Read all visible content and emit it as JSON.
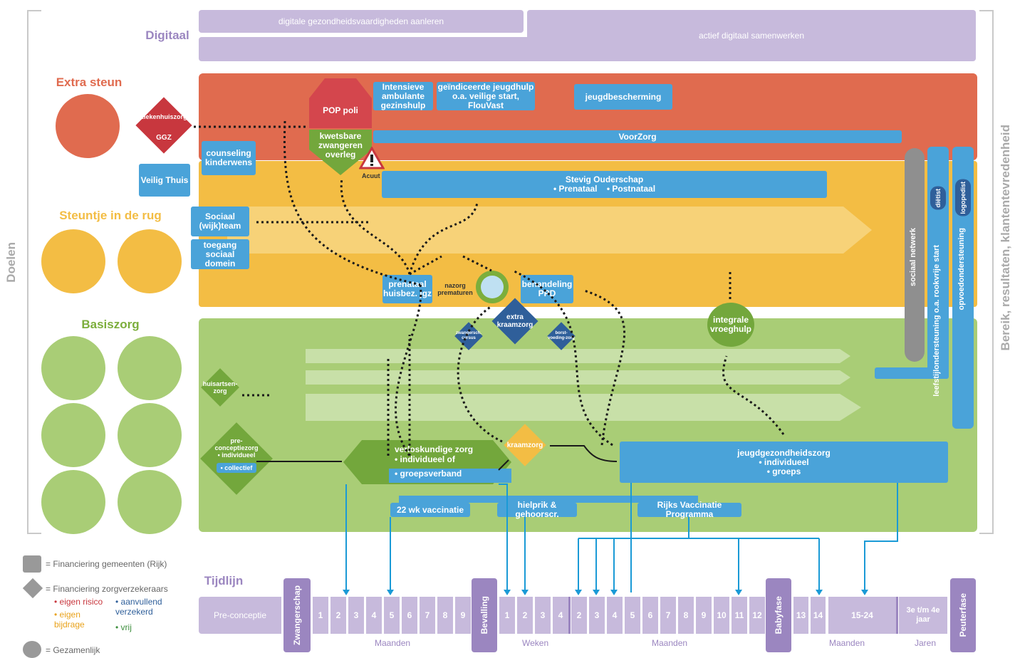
{
  "labels": {
    "doelen": "Doelen",
    "bereik": "Bereik, resultaten, klantentevredenheid",
    "digitaal": "Digitaal",
    "extra_steun": "Extra steun",
    "steuntje": "Steuntje in de rug",
    "basiszorg": "Basiszorg",
    "tijdlijn": "Tijdlijn"
  },
  "digital": {
    "box1": "digitale gezondheidsvaardigheden aanleren",
    "box2": "actief digitaal samenwerken"
  },
  "extra": {
    "ziekenhuis": "ziekenhuiszorg",
    "ggz": "GGZ",
    "veilig_thuis": "Veilig Thuis",
    "counseling": "counseling kinderwens",
    "pop_poli": "POP poli",
    "kwetsbare": "kwetsbare zwangeren overleg",
    "acuut": "Acuut",
    "intensieve": "Intensieve ambulante gezinshulp",
    "geindiceerde": "geïndiceerde jeugdhulp o.a. veilige start, FlouVast",
    "jeugdbescherming": "jeugdbescherming",
    "voorzorg": "VoorZorg"
  },
  "steun": {
    "stevig": "Stevig Ouderschap",
    "stevig_sub": "• Prenataal    • Postnataal",
    "sociaal": "Sociaal (wijk)team",
    "toegang": "toegang sociaal domein",
    "prenataal": "prenataal huisbez. jgz",
    "nazorg": "nazorg prematuren",
    "behandeling": "behandeling PPD",
    "extra_kraam": "extra kraamzorg",
    "zwangersch": "zwangersch. cursus",
    "borstvoeding": "borst-voeding-zorg",
    "integrale": "integrale vroeghulp"
  },
  "side": {
    "sociaal_netwerk": "sociaal netwerk",
    "leefstijl": "leefstijlondersteuning o.a. rookvrije start",
    "opvoed": "opvoedondersteuning",
    "dietist": "diëtist",
    "logopedist": "logopedist"
  },
  "basis": {
    "huisarts": "huisartsen-zorg",
    "pre_title": "pre-conceptiezorg",
    "pre_ind": "• individueel",
    "pre_col": "• collectief",
    "verlos_title": "verloskundige zorg",
    "verlos_ind": "• individueel of",
    "verlos_groep": "• groepsverband",
    "kraamzorg": "kraamzorg",
    "jgz_title": "jeugdgezondheidszorg",
    "jgz_ind": "• individueel",
    "jgz_groep": "• groeps",
    "vac22": "22 wk vaccinatie",
    "hielprik": "hielprik & gehoorscr.",
    "rvp": "Rijks Vaccinatie Programma"
  },
  "legend": {
    "gemeenten": "= Financiering gemeenten (Rijk)",
    "zorgverzekeraars": "= Financiering zorgverzekeraars",
    "eigen_risico": "• eigen risico",
    "eigen_bijdrage": "• eigen bijdrage",
    "aanvullend": "• aanvullend verzekerd",
    "vrij": "• vrij",
    "gezamenlijk": "= Gezamenlijk"
  },
  "timeline": {
    "pre": "Pre-conceptie",
    "zwangerschap": "Zwangerschap",
    "months1": [
      "1",
      "2",
      "3",
      "4",
      "5",
      "6",
      "7",
      "8",
      "9"
    ],
    "bevalling": "Bevalling",
    "weeks": [
      "1",
      "2",
      "3",
      "4"
    ],
    "months2": [
      "2",
      "3",
      "4",
      "5",
      "6",
      "7",
      "8",
      "9",
      "10",
      "11",
      "12"
    ],
    "babyfase": "Babyfase",
    "months3": [
      "13",
      "14"
    ],
    "m1524": "15-24",
    "jaren_t": "3e t/m 4e jaar",
    "peuterfase": "Peuterfase",
    "lbl_maanden1": "Maanden",
    "lbl_weken": "Weken",
    "lbl_maanden2": "Maanden",
    "lbl_maanden3": "Maanden",
    "lbl_jaren": "Jaren"
  },
  "colors": {
    "red": "#e06b4f",
    "yellow": "#f3bd44",
    "green": "#a9cd76",
    "blue": "#4aa3d9",
    "lavender": "#c7badc",
    "purple": "#9b86c0",
    "navy": "#2f5f9a"
  }
}
